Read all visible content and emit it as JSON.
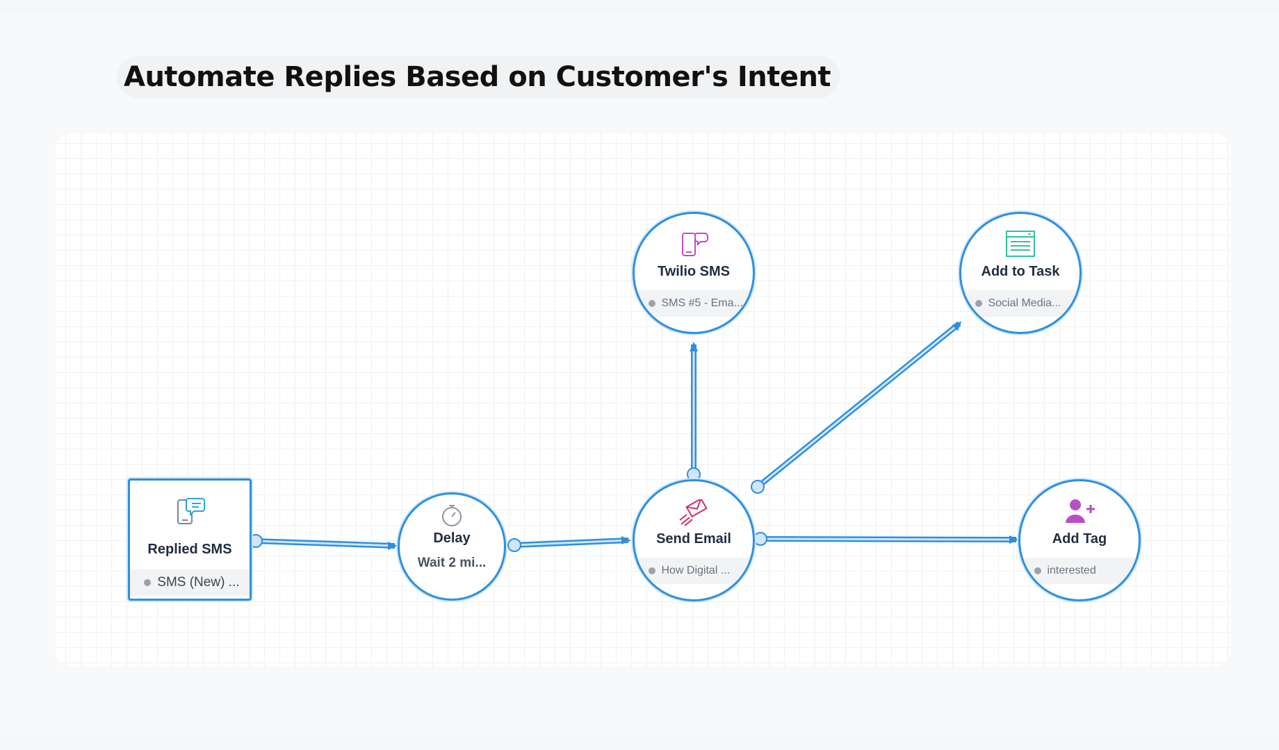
{
  "title": "Automate Replies Based on Customer's Intent",
  "colors": {
    "accent": "#2e8fe0",
    "edge_light": "#bfe0fb"
  },
  "nodes": {
    "replied_sms": {
      "label": "Replied SMS",
      "sub": "SMS (New) ...",
      "icon": "phone-chat-icon"
    },
    "delay": {
      "label": "Delay",
      "sub": "Wait  2 mi...",
      "icon": "stopwatch-icon"
    },
    "send_email": {
      "label": "Send Email",
      "sub": "How Digital ...",
      "icon": "paper-plane-email-icon"
    },
    "twilio_sms": {
      "label": "Twilio SMS",
      "sub": "SMS #5 - Ema...",
      "icon": "phone-chat-icon"
    },
    "add_to_task": {
      "label": "Add to Task",
      "sub": "Social Media...",
      "icon": "task-list-icon"
    },
    "add_tag": {
      "label": "Add Tag",
      "sub": "interested",
      "icon": "user-plus-icon"
    }
  }
}
